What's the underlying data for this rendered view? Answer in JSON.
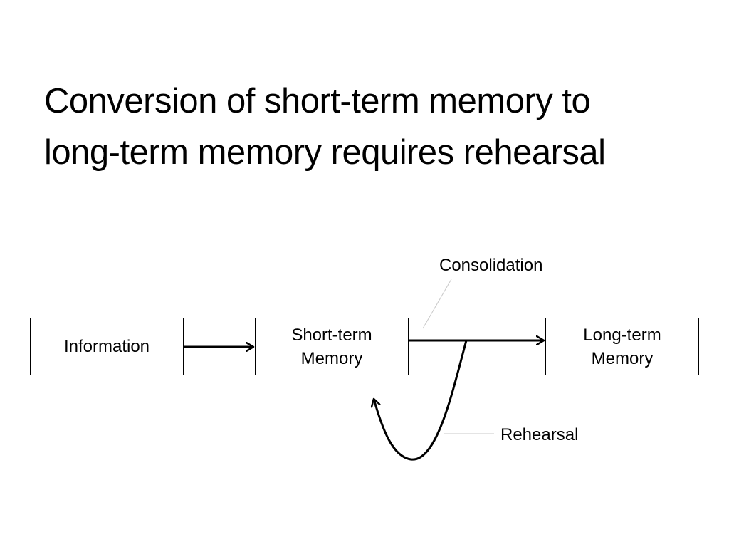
{
  "title": {
    "line1": "Conversion of short-term memory to",
    "line2": "long-term memory requires rehearsal"
  },
  "diagram": {
    "nodes": {
      "information": {
        "label": "Information"
      },
      "short_term": {
        "line1": "Short-term",
        "line2": "Memory"
      },
      "long_term": {
        "line1": "Long-term",
        "line2": "Memory"
      }
    },
    "callouts": {
      "consolidation": "Consolidation",
      "rehearsal": "Rehearsal"
    },
    "edges": [
      {
        "from": "Information",
        "to": "Short-term Memory"
      },
      {
        "from": "Short-term Memory",
        "to": "Long-term Memory",
        "label": "Consolidation"
      },
      {
        "from": "Short-term Memory",
        "to": "Short-term Memory",
        "label": "Rehearsal"
      }
    ]
  },
  "colors": {
    "foreground": "#000000",
    "background": "#ffffff",
    "leader_line": "#c8c8c8"
  }
}
